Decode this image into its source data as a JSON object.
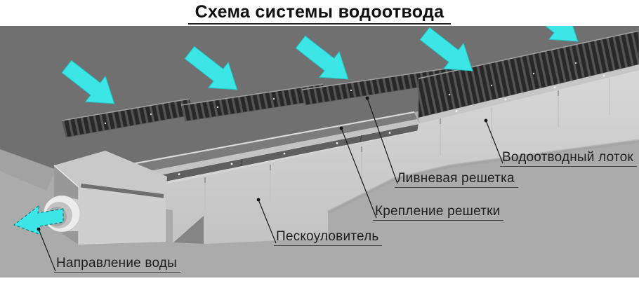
{
  "title": "Схема системы водоотвода",
  "diagram": {
    "labels": {
      "channel": "Водоотводный лоток",
      "storm_grate": "Ливневая решетка",
      "grate_fastening": "Крепление решетки",
      "sand_trap": "Пескоуловитель",
      "water_direction": "Направление воды"
    },
    "arrows": {
      "inflow_arrows_count": 5,
      "outflow_arrows_count": 1,
      "inflow_meaning": "water inflow into grate",
      "outflow_meaning": "water outlet direction from sand trap pipe"
    },
    "colors": {
      "accent_cyan": "#3ce6e6",
      "ground_plane": "#707070",
      "channel_wall": "#d3d3d3",
      "background_gray": "#ababab",
      "grate_dark": "#282828"
    }
  }
}
